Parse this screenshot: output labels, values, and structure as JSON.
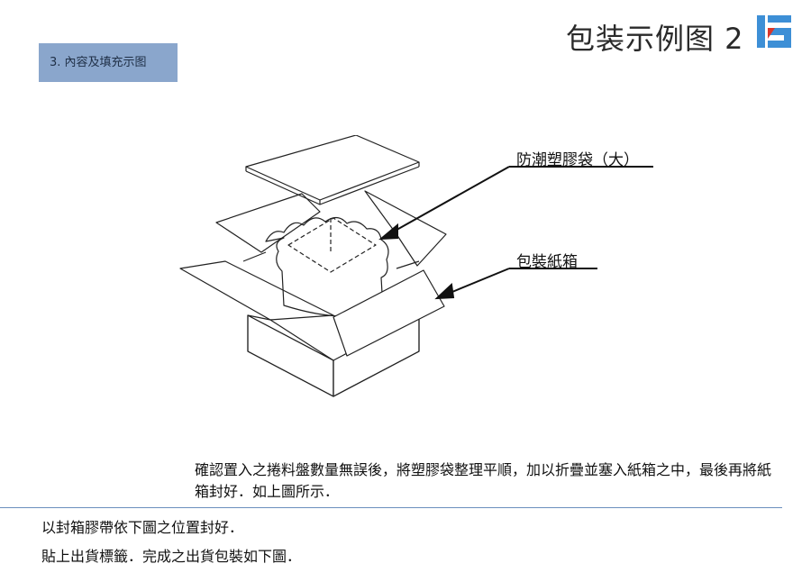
{
  "section_tag": "3. 內容及填充示图",
  "page_title": "包装示例图 2",
  "logo_icon": "company-logo-icon",
  "callouts": {
    "bag": "防潮塑膠袋（大）",
    "box": "包裝紙箱"
  },
  "instruction_paragraph": "確認置入之捲料盤數量無誤後，將塑膠袋整理平順，加以折疊並塞入紙箱之中，最後再將紙箱封好．如上圖所示．",
  "line_seal": "以封箱膠帶依下圖之位置封好．",
  "line_label": "貼上出貨標籤．完成之出貨包裝如下圖．",
  "colors": {
    "tag_bg": "#8aa6cc",
    "divider": "#6b8fbd",
    "logo_blue": "#3d8fd6",
    "logo_red": "#d9362b"
  }
}
